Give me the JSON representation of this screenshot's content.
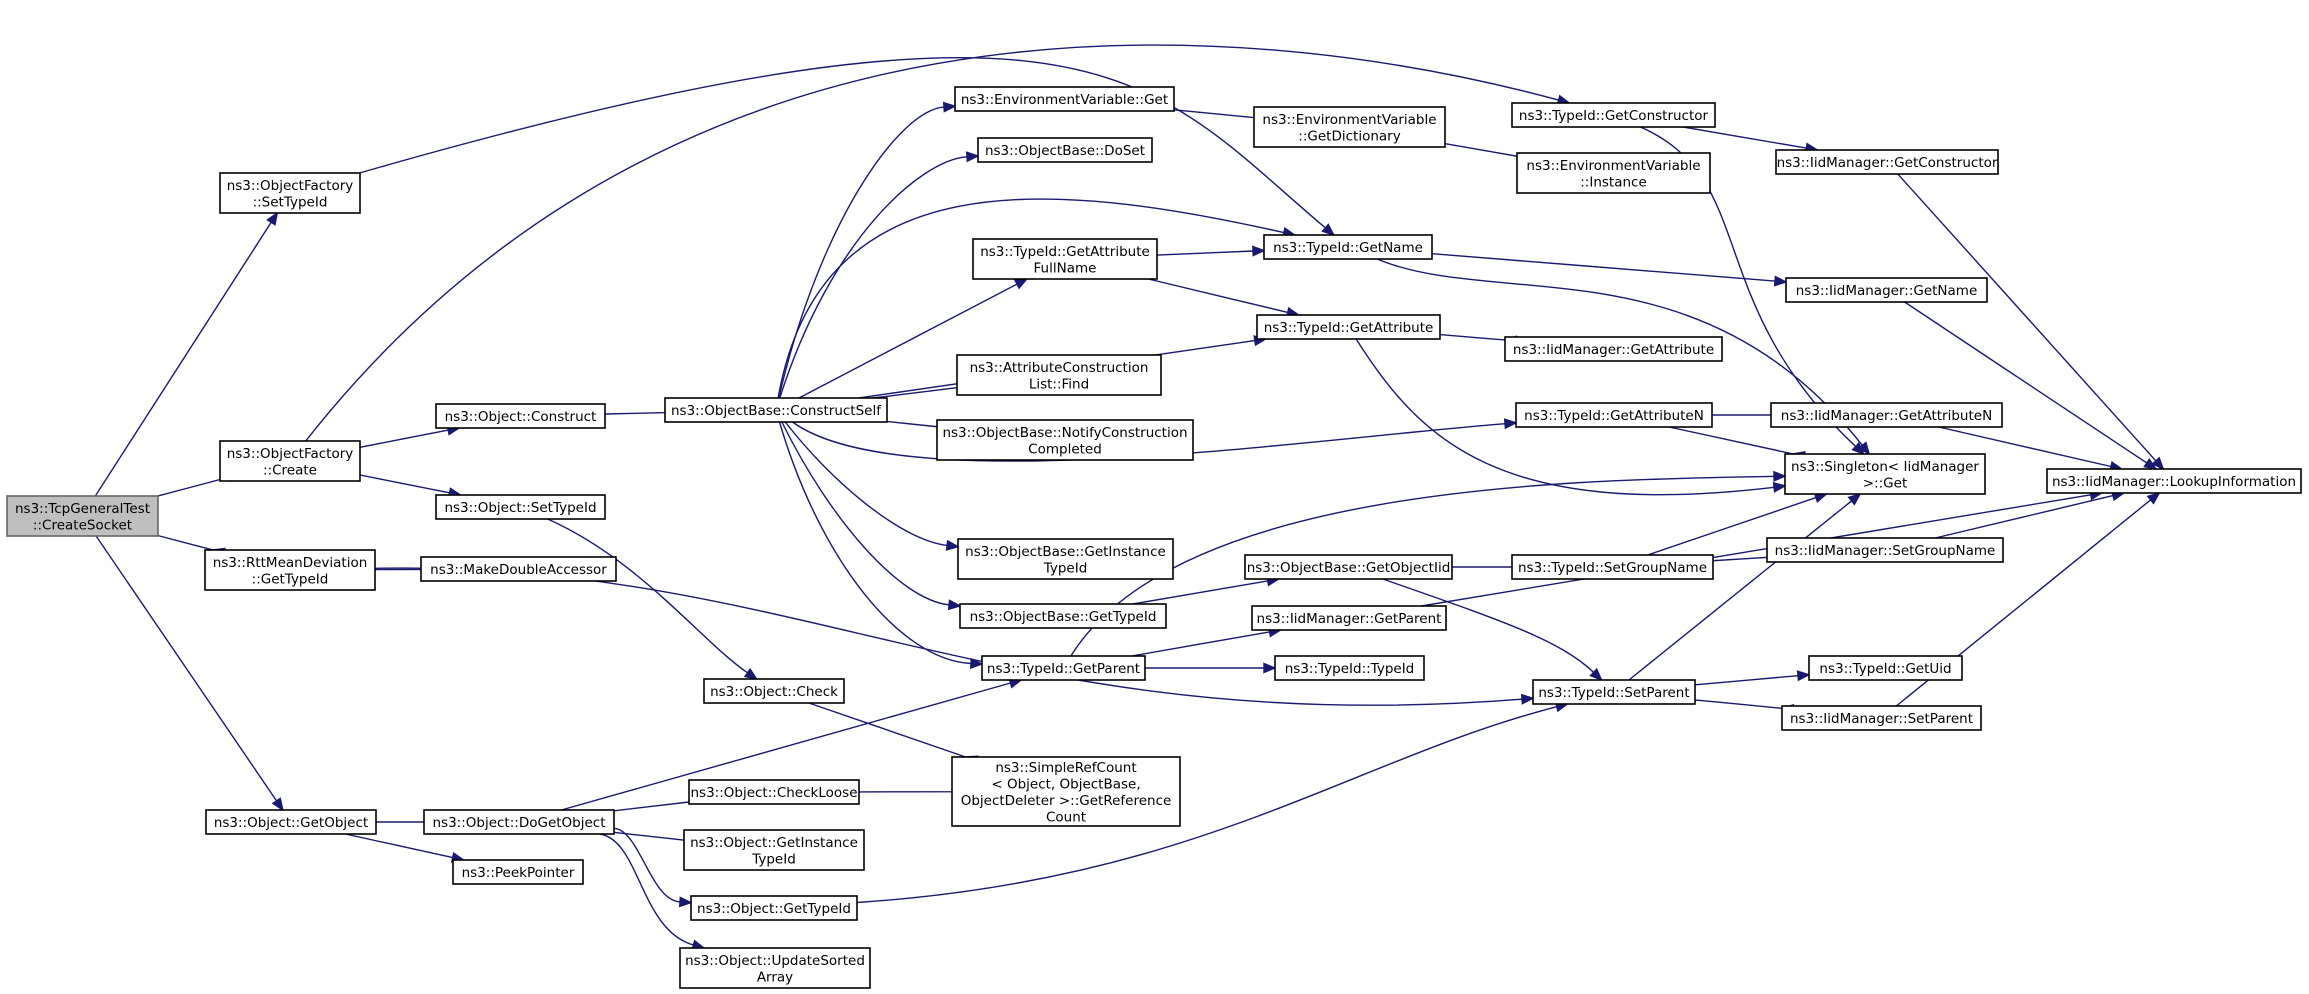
{
  "diagram": {
    "nodes": [
      {
        "id": "root",
        "lines": [
          "ns3::TcpGeneralTest",
          "::CreateSocket"
        ],
        "highlight": true
      },
      {
        "id": "of_settypeid",
        "lines": [
          "ns3::ObjectFactory",
          "::SetTypeId"
        ]
      },
      {
        "id": "of_create",
        "lines": [
          "ns3::ObjectFactory",
          "::Create"
        ]
      },
      {
        "id": "rtt_gettypeid",
        "lines": [
          "ns3::RttMeanDeviation",
          "::GetTypeId"
        ]
      },
      {
        "id": "obj_getobject",
        "lines": [
          "ns3::Object::GetObject"
        ]
      },
      {
        "id": "obj_construct",
        "lines": [
          "ns3::Object::Construct"
        ]
      },
      {
        "id": "obj_settypeid",
        "lines": [
          "ns3::Object::SetTypeId"
        ]
      },
      {
        "id": "makedouble",
        "lines": [
          "ns3::MakeDoubleAccessor"
        ]
      },
      {
        "id": "obj_dogetobject",
        "lines": [
          "ns3::Object::DoGetObject"
        ]
      },
      {
        "id": "peekpointer",
        "lines": [
          "ns3::PeekPointer"
        ]
      },
      {
        "id": "ob_constructself",
        "lines": [
          "ns3::ObjectBase::ConstructSelf"
        ]
      },
      {
        "id": "obj_check",
        "lines": [
          "ns3::Object::Check"
        ]
      },
      {
        "id": "obj_checkloose",
        "lines": [
          "ns3::Object::CheckLoose"
        ]
      },
      {
        "id": "obj_getinstancetypeid",
        "lines": [
          "ns3::Object::GetInstance",
          "TypeId"
        ]
      },
      {
        "id": "obj_gettypeid",
        "lines": [
          "ns3::Object::GetTypeId"
        ]
      },
      {
        "id": "obj_updatesorted",
        "lines": [
          "ns3::Object::UpdateSorted",
          "Array"
        ]
      },
      {
        "id": "env_get",
        "lines": [
          "ns3::EnvironmentVariable::Get"
        ]
      },
      {
        "id": "ob_doset",
        "lines": [
          "ns3::ObjectBase::DoSet"
        ]
      },
      {
        "id": "tid_getattrfullname",
        "lines": [
          "ns3::TypeId::GetAttribute",
          "FullName"
        ]
      },
      {
        "id": "acl_find",
        "lines": [
          "ns3::AttributeConstruction",
          "List::Find"
        ]
      },
      {
        "id": "ob_notify",
        "lines": [
          "ns3::ObjectBase::NotifyConstruction",
          "Completed"
        ]
      },
      {
        "id": "ob_getinstancetypeid",
        "lines": [
          "ns3::ObjectBase::GetInstance",
          "TypeId"
        ]
      },
      {
        "id": "ob_gettypeid",
        "lines": [
          "ns3::ObjectBase::GetTypeId"
        ]
      },
      {
        "id": "tid_getparent",
        "lines": [
          "ns3::TypeId::GetParent"
        ]
      },
      {
        "id": "simplerefcount",
        "lines": [
          "ns3::SimpleRefCount",
          "< Object, ObjectBase,",
          "ObjectDeleter >::GetReference",
          "Count"
        ]
      },
      {
        "id": "env_getdict",
        "lines": [
          "ns3::EnvironmentVariable",
          "::GetDictionary"
        ]
      },
      {
        "id": "tid_getname",
        "lines": [
          "ns3::TypeId::GetName"
        ]
      },
      {
        "id": "tid_getattribute",
        "lines": [
          "ns3::TypeId::GetAttribute"
        ]
      },
      {
        "id": "ob_getobjectiid",
        "lines": [
          "ns3::ObjectBase::GetObjectIid"
        ]
      },
      {
        "id": "iid_getparent",
        "lines": [
          "ns3::IidManager::GetParent"
        ]
      },
      {
        "id": "tid_typeid",
        "lines": [
          "ns3::TypeId::TypeId"
        ]
      },
      {
        "id": "tid_getconstructor",
        "lines": [
          "ns3::TypeId::GetConstructor"
        ]
      },
      {
        "id": "env_instance",
        "lines": [
          "ns3::EnvironmentVariable",
          "::Instance"
        ]
      },
      {
        "id": "iid_getattribute",
        "lines": [
          "ns3::IidManager::GetAttribute"
        ]
      },
      {
        "id": "tid_getattributen",
        "lines": [
          "ns3::TypeId::GetAttributeN"
        ]
      },
      {
        "id": "tid_setgroupname",
        "lines": [
          "ns3::TypeId::SetGroupName"
        ]
      },
      {
        "id": "tid_setparent",
        "lines": [
          "ns3::TypeId::SetParent"
        ]
      },
      {
        "id": "iid_getconstructor",
        "lines": [
          "ns3::IidManager::GetConstructor"
        ]
      },
      {
        "id": "iid_getname",
        "lines": [
          "ns3::IidManager::GetName"
        ]
      },
      {
        "id": "iid_getattributen",
        "lines": [
          "ns3::IidManager::GetAttributeN"
        ]
      },
      {
        "id": "singleton_get",
        "lines": [
          "ns3::Singleton< IidManager",
          ">::Get"
        ]
      },
      {
        "id": "iid_setgroupname",
        "lines": [
          "ns3::IidManager::SetGroupName"
        ]
      },
      {
        "id": "tid_getuid",
        "lines": [
          "ns3::TypeId::GetUid"
        ]
      },
      {
        "id": "iid_setparent",
        "lines": [
          "ns3::IidManager::SetParent"
        ]
      },
      {
        "id": "iid_lookupinfo",
        "lines": [
          "ns3::IidManager::LookupInformation"
        ]
      }
    ],
    "edges": [
      [
        "root",
        "of_settypeid"
      ],
      [
        "root",
        "of_create"
      ],
      [
        "root",
        "rtt_gettypeid"
      ],
      [
        "root",
        "obj_getobject"
      ],
      [
        "of_settypeid",
        "tid_getname"
      ],
      [
        "of_create",
        "tid_getconstructor"
      ],
      [
        "of_create",
        "obj_construct"
      ],
      [
        "of_create",
        "obj_settypeid"
      ],
      [
        "obj_construct",
        "ob_constructself"
      ],
      [
        "obj_settypeid",
        "obj_check"
      ],
      [
        "rtt_gettypeid",
        "makedouble"
      ],
      [
        "rtt_gettypeid",
        "tid_setparent"
      ],
      [
        "obj_getobject",
        "obj_dogetobject"
      ],
      [
        "obj_getobject",
        "peekpointer"
      ],
      [
        "obj_dogetobject",
        "tid_getparent"
      ],
      [
        "obj_dogetobject",
        "obj_checkloose"
      ],
      [
        "obj_dogetobject",
        "obj_getinstancetypeid"
      ],
      [
        "obj_dogetobject",
        "obj_gettypeid"
      ],
      [
        "obj_dogetobject",
        "obj_updatesorted"
      ],
      [
        "obj_check",
        "simplerefcount"
      ],
      [
        "obj_checkloose",
        "simplerefcount"
      ],
      [
        "obj_gettypeid",
        "tid_setparent"
      ],
      [
        "ob_constructself",
        "env_get"
      ],
      [
        "ob_constructself",
        "ob_doset"
      ],
      [
        "ob_constructself",
        "tid_getname"
      ],
      [
        "ob_constructself",
        "tid_getattrfullname"
      ],
      [
        "ob_constructself",
        "tid_getattribute"
      ],
      [
        "ob_constructself",
        "acl_find"
      ],
      [
        "ob_constructself",
        "ob_notify"
      ],
      [
        "ob_constructself",
        "tid_getattributen"
      ],
      [
        "ob_constructself",
        "ob_getinstancetypeid"
      ],
      [
        "ob_constructself",
        "ob_gettypeid"
      ],
      [
        "ob_constructself",
        "tid_getparent"
      ],
      [
        "env_get",
        "env_getdict"
      ],
      [
        "env_getdict",
        "env_instance"
      ],
      [
        "tid_getattrfullname",
        "tid_getname"
      ],
      [
        "tid_getattrfullname",
        "tid_getattribute"
      ],
      [
        "ob_gettypeid",
        "ob_getobjectiid"
      ],
      [
        "tid_getparent",
        "singleton_get"
      ],
      [
        "tid_getparent",
        "iid_getparent"
      ],
      [
        "tid_getparent",
        "tid_typeid"
      ],
      [
        "ob_getobjectiid",
        "tid_setgroupname"
      ],
      [
        "ob_getobjectiid",
        "tid_setparent"
      ],
      [
        "iid_getparent",
        "iid_lookupinfo"
      ],
      [
        "tid_getname",
        "iid_getname"
      ],
      [
        "tid_getname",
        "singleton_get"
      ],
      [
        "tid_getattribute",
        "iid_getattribute"
      ],
      [
        "tid_getattribute",
        "singleton_get"
      ],
      [
        "tid_getconstructor",
        "iid_getconstructor"
      ],
      [
        "tid_getconstructor",
        "singleton_get"
      ],
      [
        "tid_getattributen",
        "iid_getattributen"
      ],
      [
        "tid_getattributen",
        "singleton_get"
      ],
      [
        "tid_setgroupname",
        "iid_setgroupname"
      ],
      [
        "tid_setgroupname",
        "singleton_get"
      ],
      [
        "tid_setparent",
        "singleton_get"
      ],
      [
        "tid_setparent",
        "tid_getuid"
      ],
      [
        "tid_setparent",
        "iid_setparent"
      ],
      [
        "iid_getconstructor",
        "iid_lookupinfo"
      ],
      [
        "iid_getname",
        "iid_lookupinfo"
      ],
      [
        "iid_getattributen",
        "iid_lookupinfo"
      ],
      [
        "iid_setgroupname",
        "iid_lookupinfo"
      ],
      [
        "iid_setparent",
        "iid_lookupinfo"
      ]
    ]
  }
}
